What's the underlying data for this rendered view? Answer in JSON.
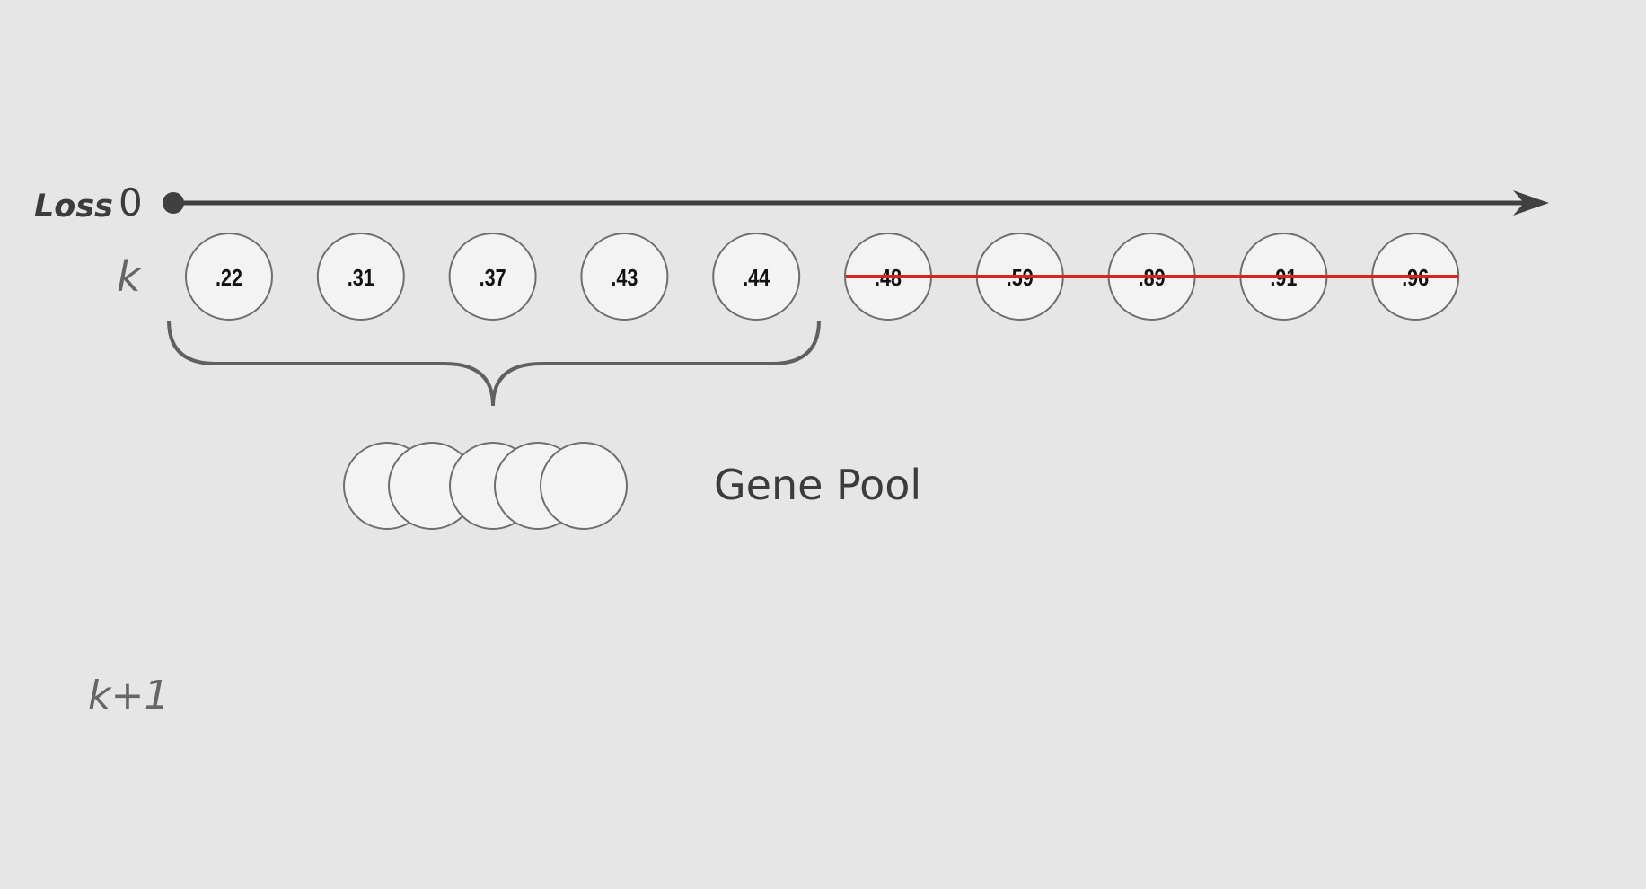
{
  "axis": {
    "label": "Loss",
    "origin": "0"
  },
  "generation_k": {
    "label": "k",
    "losses": [
      ".22",
      ".31",
      ".37",
      ".43",
      ".44",
      ".48",
      ".59",
      ".89",
      ".91",
      ".96"
    ],
    "selected_count": 5,
    "strike_color": "#d9231b"
  },
  "gene_pool": {
    "label": "Gene Pool",
    "circle_count": 5
  },
  "generation_next": {
    "label": "k+1"
  },
  "colors": {
    "background": "#e6e6e6",
    "axis": "#404040",
    "circle_fill": "#f3f3f3",
    "circle_stroke": "#6e6e6e",
    "text_dark": "#3c3c3c",
    "text_muted": "#666666"
  }
}
